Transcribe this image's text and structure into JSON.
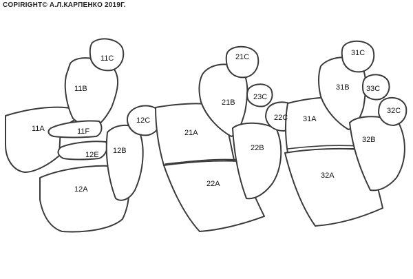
{
  "copyright": "COPIRIGHT© А.Л.КАРПЕНКО 2019Г.",
  "parts": {
    "p11C": "11C",
    "p11B": "11B",
    "p11A": "11A",
    "p11F": "11F",
    "p12E": "12E",
    "p12C": "12C",
    "p12B": "12B",
    "p12A": "12A",
    "p21C": "21C",
    "p21B": "21B",
    "p23C": "23C",
    "p22C": "22C",
    "p21A": "21A",
    "p22B": "22B",
    "p22A": "22A",
    "p31C": "31C",
    "p31B": "31B",
    "p33C": "33C",
    "p32C": "32C",
    "p31A": "31A",
    "p32B": "32B",
    "p32A": "32A"
  }
}
